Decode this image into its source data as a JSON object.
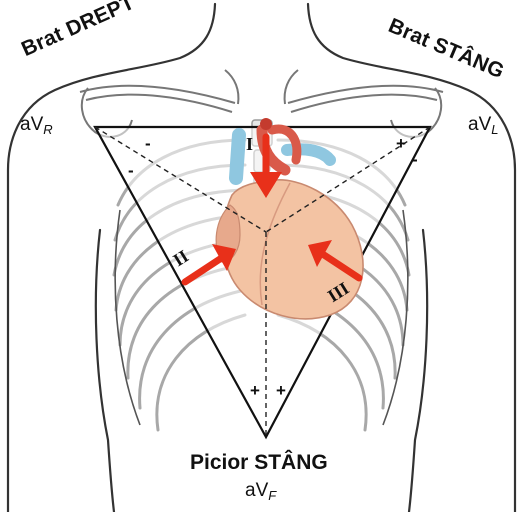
{
  "labels": {
    "right_arm": "Brat DREPT",
    "left_arm": "Brat STÂNG",
    "left_leg": "Picior STÂNG",
    "avr_main": "aV",
    "avr_sub": "R",
    "avl_main": "aV",
    "avl_sub": "L",
    "avf_main": "aV",
    "avf_sub": "F"
  },
  "lead_numbers": {
    "lead_1": "I",
    "lead_2": "II",
    "lead_3": "III"
  },
  "polarity": {
    "lead1_neg": "-",
    "lead1_neg2": "-",
    "lead1_pos": "+",
    "lead1_neg3": "-",
    "lead_f_pos1": "+",
    "lead_f_pos2": "+"
  },
  "colors": {
    "arrow": "#e8301a",
    "heart": "#f3c3a3",
    "heart_edge": "#c98a70",
    "vessel_blue": "#8fc7e0",
    "vessel_red": "#d95a4a",
    "outline": "#222222",
    "ribs": "#9a9a9a"
  }
}
